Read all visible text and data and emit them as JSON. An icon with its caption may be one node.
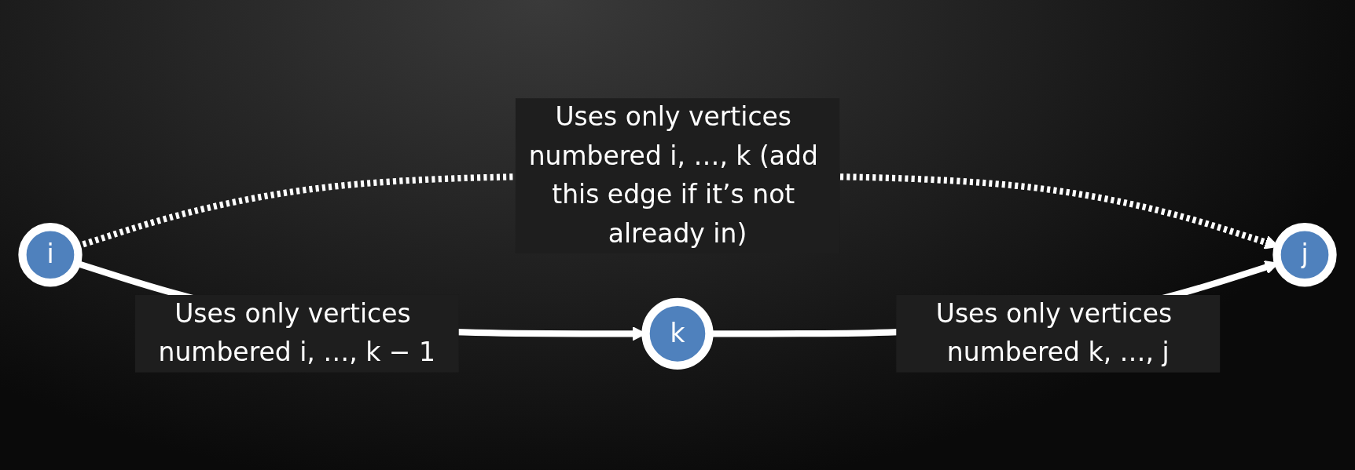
{
  "diagram": {
    "nodes": [
      {
        "text": [
          "i"
        ]
      },
      {
        "text": [
          "j"
        ]
      },
      {
        "text": [
          "k"
        ]
      }
    ],
    "edges": [
      {
        "from": 0,
        "to": 1,
        "arrow": "to",
        "style": "dashed",
        "label": "Uses only vertices numbered i, …, k (add this edge if it’s not already in)"
      },
      {
        "from": 0,
        "to": 2,
        "arrow": "to",
        "label": "Uses only vertices numbered i, …, k − 1"
      },
      {
        "from": 2,
        "to": 1,
        "arrow": "to",
        "label": "Uses only vertices numbered k, …, j"
      }
    ]
  }
}
